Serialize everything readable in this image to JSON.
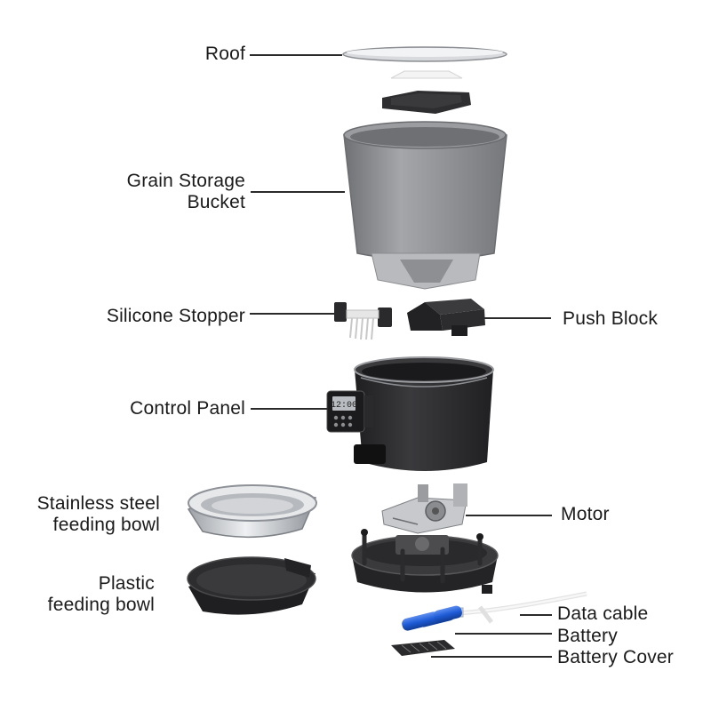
{
  "labels": {
    "roof": "Roof",
    "grain_storage_bucket": [
      "Grain Storage",
      "Bucket"
    ],
    "silicone_stopper": "Silicone Stopper",
    "push_block": "Push Block",
    "control_panel": "Control Panel",
    "stainless_bowl": [
      "Stainless steel",
      "feeding bowl"
    ],
    "motor": "Motor",
    "plastic_bowl": [
      "Plastic",
      "feeding bowl"
    ],
    "data_cable": "Data cable",
    "battery": "Battery",
    "battery_cover": "Battery Cover"
  },
  "panel_display": "12:00",
  "colors": {
    "body_dark": "#2b2b2d",
    "bucket_grey": "#8c8e92",
    "steel": "#c9ccd0",
    "battery_blue": "#1e5bd6",
    "line": "#2a2a2a"
  }
}
